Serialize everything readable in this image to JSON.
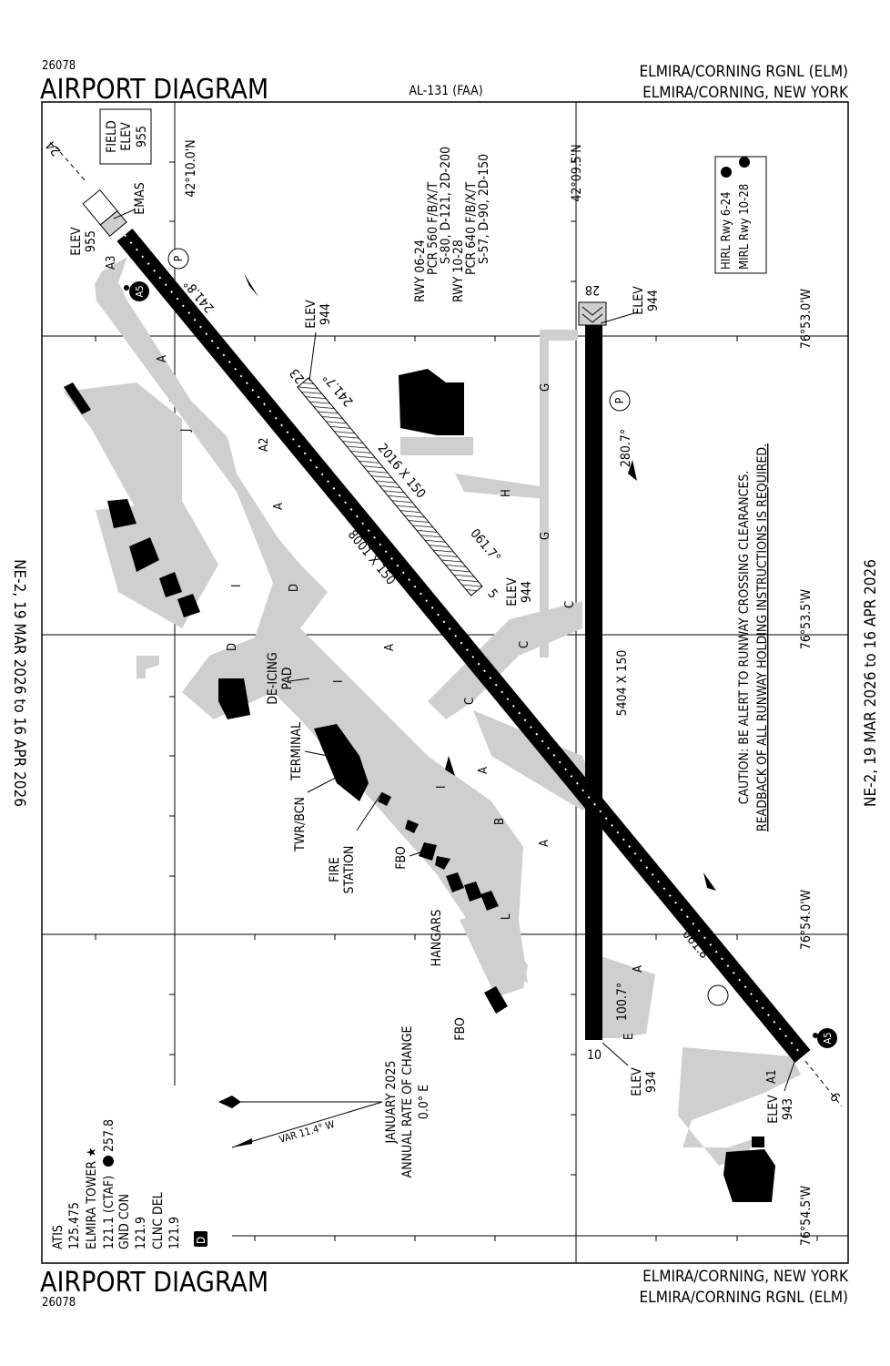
{
  "header": {
    "chart_id": "26078",
    "title": "AIRPORT DIAGRAM",
    "procedure_id": "AL-131 (FAA)",
    "airport_name": "ELMIRA/CORNING RGNL (ELM)",
    "city_state": "ELMIRA/CORNING, NEW YORK"
  },
  "footer": {
    "title": "AIRPORT DIAGRAM",
    "chart_id": "26078",
    "city_state": "ELMIRA/CORNING, NEW YORK",
    "airport_name": "ELMIRA/CORNING RGNL (ELM)"
  },
  "margins": {
    "left_dates": "NE-2,  19 MAR 2026  to  16 APR 2026",
    "right_dates": "NE-2,  19 MAR 2026  to  16 APR 2026"
  },
  "field_elev": {
    "line1": "FIELD",
    "line2": "ELEV",
    "value": "955"
  },
  "coords": {
    "lat_north": "42°10.0'N",
    "lat_south": "42°09.5'N",
    "lon1": "76°53.0'W",
    "lon2": "76°53.5'W",
    "lon3": "76°54.0'W",
    "lon4": "76°54.5'W"
  },
  "runway_info": {
    "rwy1": "RWY 06-24",
    "rwy1_pcr": "PCR 560 F/B/X/T",
    "rwy1_weights": "S-80, D-121, 2D-200",
    "rwy2": "RWY 10-28",
    "rwy2_pcr": "PCR 640 F/B/X/T",
    "rwy2_weights": "S-57, D-90, 2D-150"
  },
  "lighting": {
    "line1": "HIRL Rwy 6-24",
    "line2": "MIRL Rwy 10-28",
    "badge": "L"
  },
  "runways": {
    "r0624_dims": "8001 X 150",
    "r0523_dims": "2016 X 150",
    "r1028_dims": "5404 X 150",
    "num_24": "24",
    "num_6": "6",
    "num_28": "28",
    "num_10": "10",
    "num_23": "23",
    "num_5": "5",
    "hdg_241_8": "241.8°",
    "hdg_061_8": "061.8°",
    "hdg_241_7": "241.7°",
    "hdg_061_7": "061.7°",
    "hdg_280_7": "280.7°",
    "hdg_100_7": "100.7°",
    "emas": "EMAS"
  },
  "elevations": {
    "elev_label": "ELEV",
    "e24": "955",
    "e28": "944",
    "e23": "944",
    "e5": "944",
    "e10": "934",
    "e6": "943"
  },
  "caution": {
    "line1": "CAUTION: BE ALERT TO RUNWAY CROSSING CLEARANCES.",
    "line2": "READBACK OF ALL RUNWAY HOLDING INSTRUCTIONS IS REQUIRED."
  },
  "taxiways": {
    "A": "A",
    "A1": "A1",
    "A2": "A2",
    "A3": "A3",
    "A5": "A5",
    "B": "B",
    "C": "C",
    "D": "D",
    "E": "E",
    "G": "G",
    "H": "H",
    "I": "I",
    "J": "J",
    "L": "L"
  },
  "facilities": {
    "deicing1": "DE-ICING",
    "deicing2": "PAD",
    "terminal": "TERMINAL",
    "tower": "TWR/BCN",
    "fire1": "FIRE",
    "fire2": "STATION",
    "fbo": "FBO",
    "hangars": "HANGARS",
    "parking": "P"
  },
  "magvar": {
    "date": "JANUARY 2025",
    "rate_label": "ANNUAL RATE OF CHANGE",
    "rate": "0.0° E",
    "var": "VAR 11.4°   W"
  },
  "comms": {
    "atis_label": "ATIS",
    "atis_freq": "125.475",
    "tower_label": "ELMIRA TOWER ★",
    "tower_freq": "121.1 (CTAF)",
    "tower_badge": "L",
    "tower_uhf": "257.8",
    "gnd_label": "GND CON",
    "gnd_freq": "121.9",
    "clnc_label": "CLNC DEL",
    "clnc_freq": "121.9",
    "d_badge": "D"
  },
  "colors": {
    "pavement": "#cfcfcf",
    "runway": "#000000",
    "emas": "#ffffff"
  }
}
